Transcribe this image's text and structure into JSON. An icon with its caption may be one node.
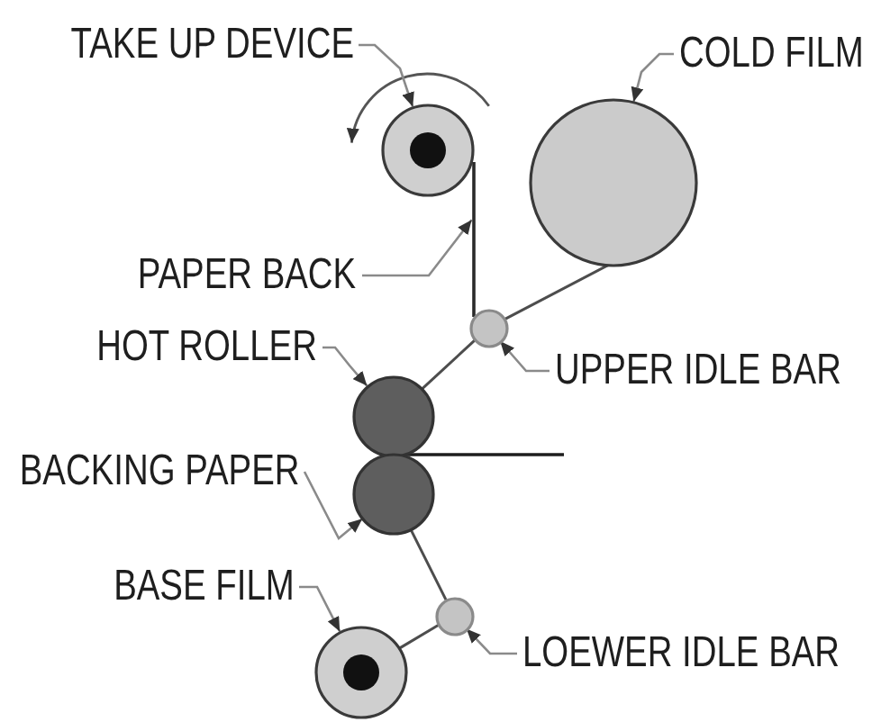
{
  "diagram": {
    "nodes": [
      {
        "text": [
          "TAKE UP DEVICE"
        ]
      },
      {
        "text": [],
        "shape": "circle"
      },
      {
        "text": [
          "COLD FILM"
        ]
      },
      {
        "text": [],
        "shape": "circle"
      },
      {
        "text": [
          "PAPER BACK"
        ]
      },
      {
        "text": [],
        "shape": "line"
      },
      {
        "text": [
          "HOT ROLLER"
        ]
      },
      {
        "text": [],
        "shape": "circle"
      },
      {
        "text": [
          "UPPER IDLE BAR"
        ]
      },
      {
        "text": [],
        "shape": "circle"
      },
      {
        "text": [
          "BACKING PAPER"
        ]
      },
      {
        "text": [],
        "shape": "circle"
      },
      {
        "text": [
          "BASE FILM"
        ]
      },
      {
        "text": [],
        "shape": "circle"
      },
      {
        "text": [
          "LOEWER IDLE BAR"
        ]
      },
      {
        "text": [],
        "shape": "circle"
      }
    ],
    "edges": [
      {
        "from": 0,
        "to": 1,
        "arrow": "to"
      },
      {
        "from": 2,
        "to": 3,
        "arrow": "to"
      },
      {
        "from": 4,
        "to": 5,
        "arrow": "to"
      },
      {
        "from": 6,
        "to": 7,
        "arrow": "to"
      },
      {
        "from": 8,
        "to": 9,
        "arrow": "to"
      },
      {
        "from": 10,
        "to": 11,
        "arrow": "to"
      },
      {
        "from": 12,
        "to": 13,
        "arrow": "to"
      },
      {
        "from": 14,
        "to": 15,
        "arrow": "to"
      },
      {
        "from": 3,
        "to": 9,
        "arrow": "none",
        "color": "#4d4d4d"
      },
      {
        "from": 9,
        "to": 7,
        "arrow": "none",
        "color": "#4d4d4d"
      },
      {
        "from": 11,
        "to": 15,
        "arrow": "none",
        "color": "#4d4d4d"
      },
      {
        "from": 15,
        "to": 13,
        "arrow": "none",
        "color": "#4d4d4d"
      }
    ]
  }
}
